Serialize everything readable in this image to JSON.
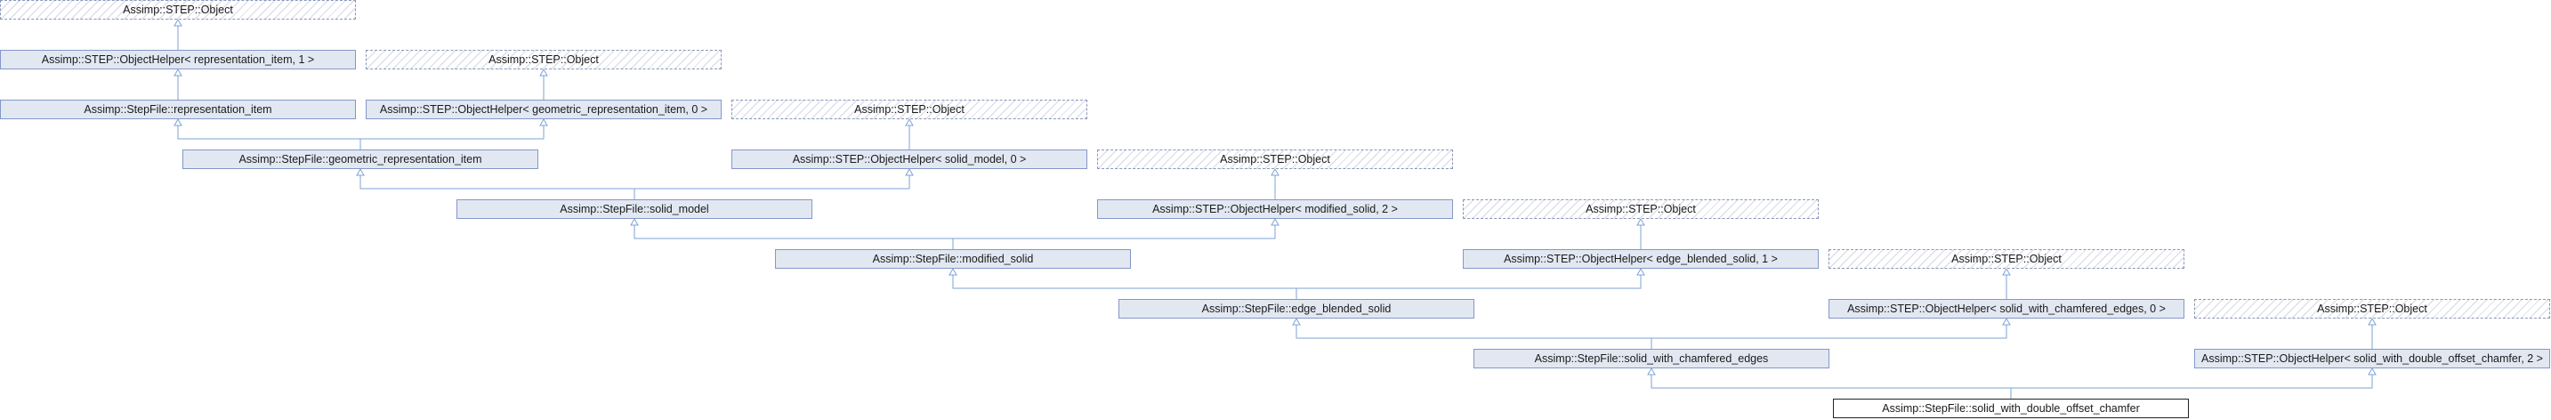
{
  "diagram": {
    "title": "",
    "colors": {
      "edge": "#7ea3d6",
      "node_fill": "#e2e8f2",
      "node_border": "#8497c8"
    },
    "nodes": [
      {
        "id": "o1",
        "label": "Assimp::STEP::Object",
        "kind": "external"
      },
      {
        "id": "h1",
        "label": "Assimp::STEP::ObjectHelper< representation_item, 1 >",
        "kind": "class"
      },
      {
        "id": "o2",
        "label": "Assimp::STEP::Object",
        "kind": "external"
      },
      {
        "id": "ri",
        "label": "Assimp::StepFile::representation_item",
        "kind": "class"
      },
      {
        "id": "h2",
        "label": "Assimp::STEP::ObjectHelper< geometric_representation_item, 0 >",
        "kind": "class"
      },
      {
        "id": "o3",
        "label": "Assimp::STEP::Object",
        "kind": "external"
      },
      {
        "id": "gri",
        "label": "Assimp::StepFile::geometric_representation_item",
        "kind": "class"
      },
      {
        "id": "h3",
        "label": "Assimp::STEP::ObjectHelper< solid_model, 0 >",
        "kind": "class"
      },
      {
        "id": "o4",
        "label": "Assimp::STEP::Object",
        "kind": "external"
      },
      {
        "id": "sm",
        "label": "Assimp::StepFile::solid_model",
        "kind": "class"
      },
      {
        "id": "h4",
        "label": "Assimp::STEP::ObjectHelper< modified_solid, 2 >",
        "kind": "class"
      },
      {
        "id": "o5",
        "label": "Assimp::STEP::Object",
        "kind": "external"
      },
      {
        "id": "ms",
        "label": "Assimp::StepFile::modified_solid",
        "kind": "class"
      },
      {
        "id": "h5",
        "label": "Assimp::STEP::ObjectHelper< edge_blended_solid, 1 >",
        "kind": "class"
      },
      {
        "id": "o6",
        "label": "Assimp::STEP::Object",
        "kind": "external"
      },
      {
        "id": "ebs",
        "label": "Assimp::StepFile::edge_blended_solid",
        "kind": "class"
      },
      {
        "id": "h6",
        "label": "Assimp::STEP::ObjectHelper< solid_with_chamfered_edges, 0 >",
        "kind": "class"
      },
      {
        "id": "o7",
        "label": "Assimp::STEP::Object",
        "kind": "external"
      },
      {
        "id": "swce",
        "label": "Assimp::StepFile::solid_with_chamfered_edges",
        "kind": "class"
      },
      {
        "id": "h7",
        "label": "Assimp::STEP::ObjectHelper< solid_with_double_offset_chamfer, 2 >",
        "kind": "class"
      },
      {
        "id": "cur",
        "label": "Assimp::StepFile::solid_with_double_offset_chamfer",
        "kind": "current"
      }
    ],
    "edges": [
      {
        "from": "h1",
        "to": "o1"
      },
      {
        "from": "ri",
        "to": "h1"
      },
      {
        "from": "h2",
        "to": "o2"
      },
      {
        "from": "gri",
        "to": "ri"
      },
      {
        "from": "gri",
        "to": "h2"
      },
      {
        "from": "h3",
        "to": "o3"
      },
      {
        "from": "sm",
        "to": "gri"
      },
      {
        "from": "sm",
        "to": "h3"
      },
      {
        "from": "h4",
        "to": "o4"
      },
      {
        "from": "ms",
        "to": "sm"
      },
      {
        "from": "ms",
        "to": "h4"
      },
      {
        "from": "h5",
        "to": "o5"
      },
      {
        "from": "ebs",
        "to": "ms"
      },
      {
        "from": "ebs",
        "to": "h5"
      },
      {
        "from": "h6",
        "to": "o6"
      },
      {
        "from": "swce",
        "to": "ebs"
      },
      {
        "from": "swce",
        "to": "h6"
      },
      {
        "from": "h7",
        "to": "o7"
      },
      {
        "from": "cur",
        "to": "swce"
      },
      {
        "from": "cur",
        "to": "h7"
      }
    ]
  }
}
